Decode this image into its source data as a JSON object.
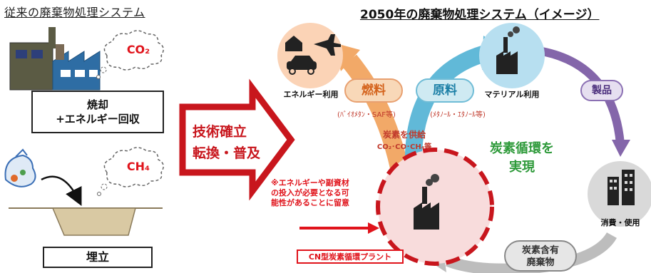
{
  "left": {
    "title": "従来の廃棄物処理システム",
    "co2": "CO₂",
    "ch4": "CH₄",
    "incineration_line1": "焼却",
    "incineration_line2": "+エネルギー回収",
    "landfill": "埋立"
  },
  "center_arrow": {
    "line1": "技術確立",
    "line2": "転換・普及"
  },
  "right": {
    "title": "2050年の廃棄物処理システム（イメージ）",
    "energy_use": "エネルギー利用",
    "material_use": "マテリアル利用",
    "consumption": "消費・使用",
    "fuel": "燃料",
    "fuel_sub": "(ﾊﾞｲｵﾒﾀﾝ・SAF等)",
    "raw": "原料",
    "raw_sub": "(ﾒﾀﾉｰﾙ・ｴﾀﾉｰﾙ等)",
    "products": "製品",
    "supply_line1": "炭素を供給",
    "supply_line2": "CO₂･CO･CH₄等",
    "circular_line1": "炭素循環を",
    "circular_line2": "実現",
    "note_line1": "※エネルギーや副資材",
    "note_line2": "の投入が必要となる可",
    "note_line3": "能性があることに留意",
    "plant": "CN型炭素循環プラント",
    "waste_line1": "炭素含有",
    "waste_line2": "廃棄物"
  },
  "colors": {
    "red": "#e0131b",
    "orange_arrow": "#f0a060",
    "blue_arrow": "#5fb8d8",
    "purple_arrow": "#8064a8",
    "gray_arrow": "#b5b5b5",
    "green_text": "#2e9a3a"
  }
}
